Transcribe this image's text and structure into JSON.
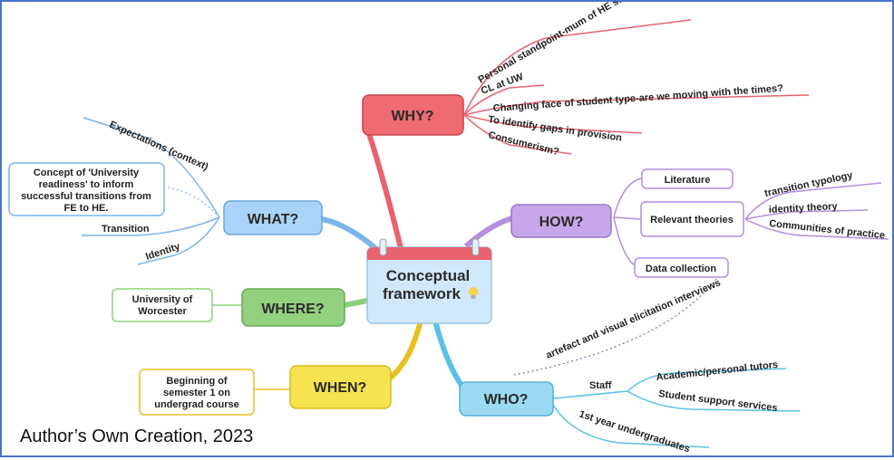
{
  "center": {
    "line1": "Conceptual",
    "line2": "framework",
    "icon": "lightbulb-icon"
  },
  "branches": {
    "why": {
      "label": "WHY?",
      "color": "#e8636d",
      "items": [
        "Personal standpoint-mum of HE student",
        "CL at UW",
        "Changing face of student type-are we moving with the times?",
        "To identify gaps in provision",
        "Consumerism?"
      ]
    },
    "how": {
      "label": "HOW?",
      "color": "#b48ee0",
      "literature": "Literature",
      "relevant_theories": "Relevant theories",
      "theories": [
        "transition typology",
        "identity theory",
        "Communities of practice"
      ],
      "data_collection": "Data collection",
      "data_method": "artefact and visual elicitation interviews"
    },
    "what": {
      "label": "WHAT?",
      "color": "#8fc6f5",
      "items": [
        "Expectations (context)",
        "Transition",
        "Identity"
      ],
      "concept_box": [
        "Concept of 'University",
        "readiness' to inform",
        "successful transitions from",
        "FE to HE."
      ]
    },
    "where": {
      "label": "WHERE?",
      "color": "#8fcf7a",
      "box": [
        "University of",
        "Worcester"
      ]
    },
    "when": {
      "label": "WHEN?",
      "color": "#f5e04a",
      "box": [
        "Beginning of",
        "semester 1  on",
        "undergrad course"
      ]
    },
    "who": {
      "label": "WHO?",
      "color": "#8fd6f0",
      "staff": "Staff",
      "staff_items": [
        "Academic/personal tutors",
        "Student support services"
      ],
      "students": "1st year undergraduates"
    }
  },
  "caption": "Author’s Own Creation, 2023"
}
